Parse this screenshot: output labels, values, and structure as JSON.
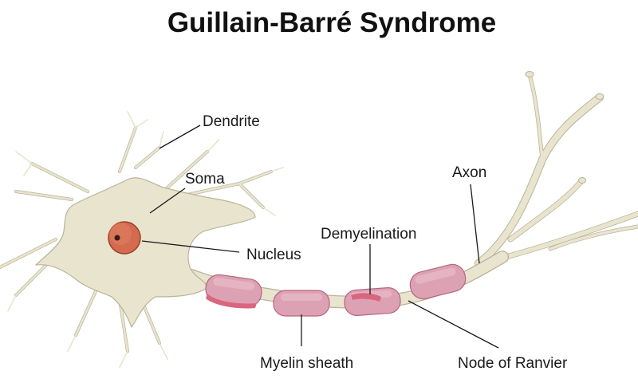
{
  "title": "Guillain-Barré Syndrome",
  "labels": {
    "dendrite": "Dendrite",
    "soma": "Soma",
    "nucleus": "Nucleus",
    "axon": "Axon",
    "demyelination": "Demyelination",
    "myelin_sheath": "Myelin sheath",
    "node_of_ranvier": "Node of Ranvier"
  },
  "colors": {
    "neuron_body": "#e9e4ce",
    "neuron_outline": "#b9b399",
    "myelin": "#dda1b4",
    "myelin_outline": "#b5667e",
    "nucleus": "#d46a4e",
    "demyelination": "#d9667f"
  }
}
